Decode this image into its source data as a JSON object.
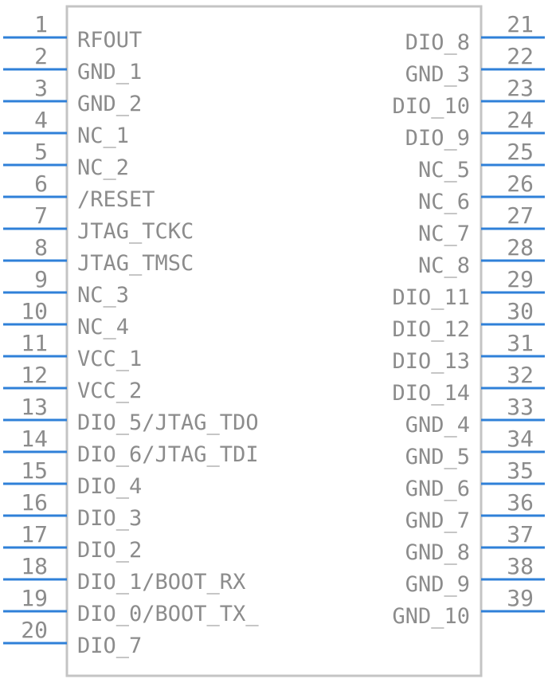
{
  "component": {
    "left_pins": [
      {
        "num": "1",
        "label": "RFOUT"
      },
      {
        "num": "2",
        "label": "GND_1"
      },
      {
        "num": "3",
        "label": "GND_2"
      },
      {
        "num": "4",
        "label": "NC_1"
      },
      {
        "num": "5",
        "label": "NC_2"
      },
      {
        "num": "6",
        "label": "/RESET"
      },
      {
        "num": "7",
        "label": "JTAG_TCKC"
      },
      {
        "num": "8",
        "label": "JTAG_TMSC"
      },
      {
        "num": "9",
        "label": "NC_3"
      },
      {
        "num": "10",
        "label": "NC_4"
      },
      {
        "num": "11",
        "label": "VCC_1"
      },
      {
        "num": "12",
        "label": "VCC_2"
      },
      {
        "num": "13",
        "label": "DIO_5/JTAG_TDO"
      },
      {
        "num": "14",
        "label": "DIO_6/JTAG_TDI"
      },
      {
        "num": "15",
        "label": "DIO_4"
      },
      {
        "num": "16",
        "label": "DIO_3"
      },
      {
        "num": "17",
        "label": "DIO_2"
      },
      {
        "num": "18",
        "label": "DIO_1/BOOT_RX"
      },
      {
        "num": "19",
        "label": "DIO_0/BOOT_TX_"
      },
      {
        "num": "20",
        "label": "DIO_7"
      }
    ],
    "right_pins": [
      {
        "num": "21",
        "label": "DIO_8"
      },
      {
        "num": "22",
        "label": "GND_3"
      },
      {
        "num": "23",
        "label": "DIO_10"
      },
      {
        "num": "24",
        "label": "DIO_9"
      },
      {
        "num": "25",
        "label": "NC_5"
      },
      {
        "num": "26",
        "label": "NC_6"
      },
      {
        "num": "27",
        "label": "NC_7"
      },
      {
        "num": "28",
        "label": "NC_8"
      },
      {
        "num": "29",
        "label": "DIO_11"
      },
      {
        "num": "30",
        "label": "DIO_12"
      },
      {
        "num": "31",
        "label": "DIO_13"
      },
      {
        "num": "32",
        "label": "DIO_14"
      },
      {
        "num": "33",
        "label": "GND_4"
      },
      {
        "num": "34",
        "label": "GND_5"
      },
      {
        "num": "35",
        "label": "GND_6"
      },
      {
        "num": "36",
        "label": "GND_7"
      },
      {
        "num": "37",
        "label": "GND_8"
      },
      {
        "num": "38",
        "label": "GND_9"
      },
      {
        "num": "39",
        "label": "GND_10"
      }
    ]
  },
  "colors": {
    "pin_line": "#2f80d8",
    "text": "#8c8c8c",
    "body_outline": "#c4c4c4",
    "background": "#ffffff"
  }
}
